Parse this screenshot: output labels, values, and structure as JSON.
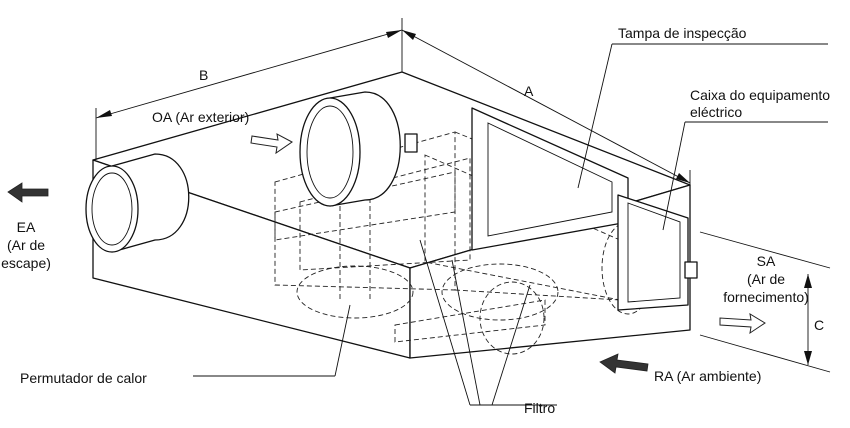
{
  "labels": {
    "dim_a": "A",
    "dim_b": "B",
    "dim_c": "C",
    "inspection_cover": "Tampa de inspecção",
    "electrical_box_line1": "Caixa do equipamento",
    "electrical_box_line2": "eléctrico",
    "oa": "OA (Ar exterior)",
    "ea_line1": "EA",
    "ea_line2": "(Ar de",
    "ea_line3": "escape)",
    "sa_line1": "SA",
    "sa_line2": "(Ar de",
    "sa_line3": "fornecimento)",
    "ra": "RA (Ar ambiente)",
    "heat_exchanger": "Permutador de calor",
    "filter": "Filtro"
  }
}
